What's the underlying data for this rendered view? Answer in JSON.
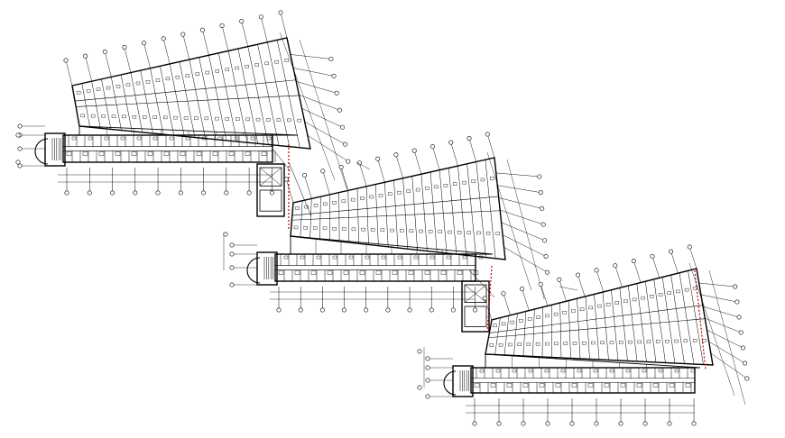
{
  "drawing": {
    "kind": "architectural-floor-plan",
    "line_color": "#000000",
    "accent_color": "#c00000",
    "background": "#ffffff",
    "wings": [
      {
        "name": "upper-left-block"
      },
      {
        "name": "middle-block"
      },
      {
        "name": "lower-right-block"
      }
    ],
    "labels": []
  }
}
